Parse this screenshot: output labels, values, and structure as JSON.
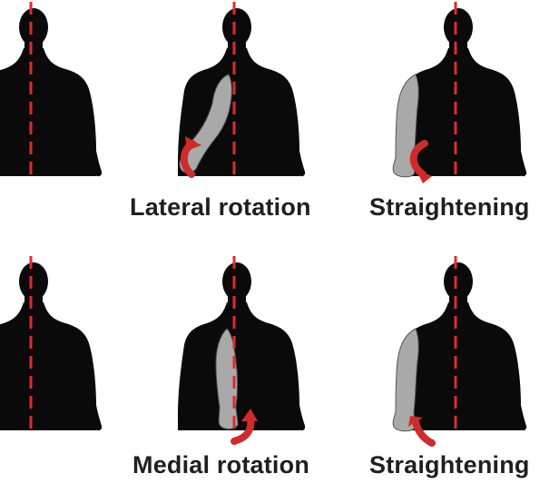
{
  "colors": {
    "body": "#0a0a0a",
    "arm": "#a9a9a9",
    "arm_outline": "#555555",
    "midline": "#e02b2b",
    "arrow": "#cf2b2b",
    "text": "#1f1f1f"
  },
  "rows": [
    {
      "panels": [
        {
          "pose": "neutral",
          "label": "",
          "arrow": "none"
        },
        {
          "pose": "lateral",
          "label": "Lateral rotation",
          "arrow": "lateral"
        },
        {
          "pose": "neutral",
          "label": "Straightening",
          "arrow": "return-from-lateral"
        }
      ]
    },
    {
      "panels": [
        {
          "pose": "neutral",
          "label": "",
          "arrow": "none"
        },
        {
          "pose": "medial",
          "label": "Medial rotation",
          "arrow": "medial"
        },
        {
          "pose": "neutral",
          "label": "Straightening",
          "arrow": "return-from-medial"
        }
      ]
    }
  ]
}
